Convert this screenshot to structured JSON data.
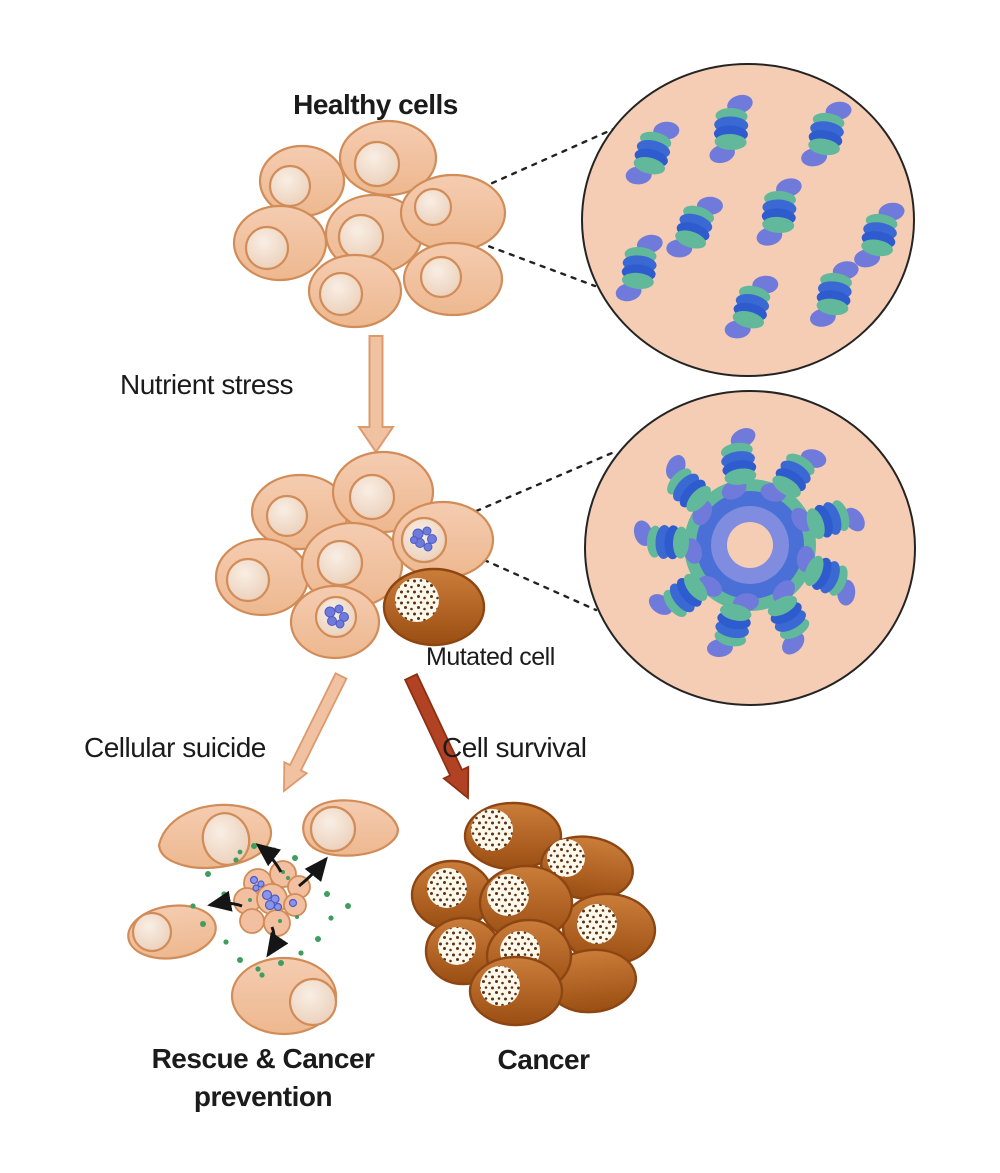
{
  "diagram": {
    "labels": {
      "healthy_cells": "Healthy cells",
      "nutrient_stress": "Nutrient stress",
      "mutated_cell": "Mutated cell",
      "cellular_suicide": "Cellular suicide",
      "cell_survival": "Cell survival",
      "rescue_prevention": "Rescue & Cancer prevention",
      "cancer": "Cancer"
    },
    "colors": {
      "healthy_cell_fill": "#f2c7a9",
      "cell_outline": "#d18c58",
      "nucleus_fill": "#f3dccd",
      "mutated_cell_fill": "#b2601f",
      "cancer_cell_fill": "#b8641f",
      "cancer_cell_outline": "#8d4512",
      "inset_background": "#f4cdb4",
      "inset_outline": "#242424",
      "protein_blue": "#3a69d4",
      "protein_teal": "#62b89b",
      "protein_periwinkle": "#6f7ada",
      "suicide_arrow_fill": "#f0c2a2",
      "survival_arrow_fill": "#b14224",
      "signal_speck_green": "#3f9e5f",
      "text_color": "#1b1b1b",
      "background": "#ffffff"
    }
  }
}
